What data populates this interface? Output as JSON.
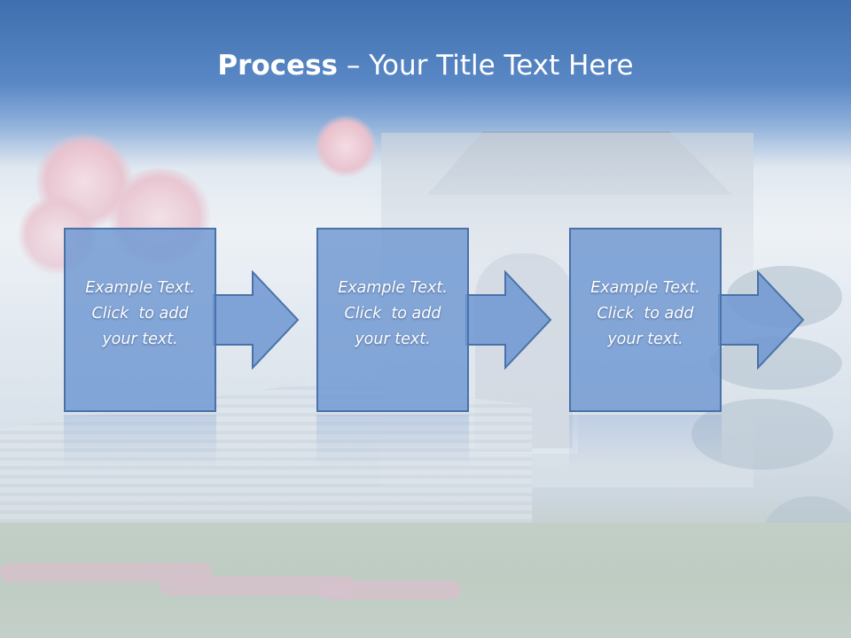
{
  "slide": {
    "title_bold": "Process",
    "title_rest": " – Your Title Text Here"
  },
  "steps": [
    {
      "line1": "Example Text.",
      "line2": "Click  to add",
      "line3": "your text."
    },
    {
      "line1": "Example Text.",
      "line2": "Click  to add",
      "line3": "your text."
    },
    {
      "line1": "Example Text.",
      "line2": "Click  to add",
      "line3": "your text."
    }
  ],
  "colors": {
    "box_fill": "#6e97d2",
    "box_border": "#4a72a8",
    "title_text": "#ffffff",
    "header_band": "#4a7bbd"
  }
}
